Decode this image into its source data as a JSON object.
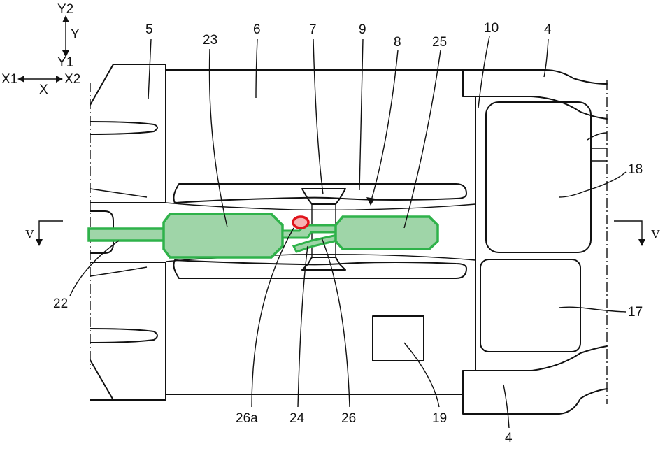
{
  "colors": {
    "line": "#111111",
    "exhaust_outline": "#2fb24a",
    "exhaust_fill": "#9fd5a8",
    "highlight_ring": "#e0141c",
    "highlight_fill": "#f7b3b3",
    "background": "#ffffff"
  },
  "axes": {
    "y2": "Y2",
    "y": "Y",
    "y1": "Y1",
    "x1": "X1",
    "x": "X",
    "x2": "X2"
  },
  "section": {
    "left": "V",
    "right": "V"
  },
  "labels": {
    "l5": "5",
    "l23": "23",
    "l6": "6",
    "l7": "7",
    "l9": "9",
    "l8": "8",
    "l25": "25",
    "l10": "10",
    "l4_top": "4",
    "l18": "18",
    "l17": "17",
    "l22": "22",
    "l26a": "26a",
    "l24": "24",
    "l26": "26",
    "l19": "19",
    "l4_bottom": "4"
  }
}
